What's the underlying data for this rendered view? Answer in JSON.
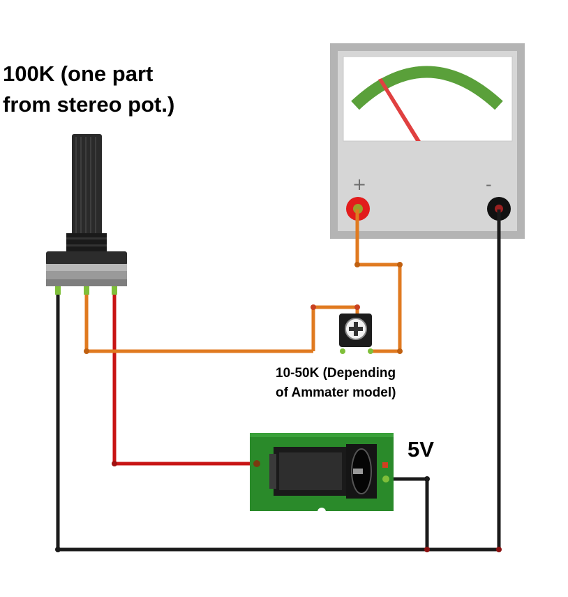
{
  "potentiometer": {
    "label_line1": "100K (one part",
    "label_line2": "from stereo pot.)"
  },
  "trimmer": {
    "label_line1": "10-50K (Depending",
    "label_line2": "of Ammater model)"
  },
  "power_jack": {
    "label": "5V"
  },
  "ammeter": {
    "plus_label": "+",
    "minus_label": "-"
  },
  "colors": {
    "wire_black": "#1a1a1a",
    "wire_red": "#c81414",
    "wire_orange": "#e07a20",
    "meter_arc": "#5aa03a",
    "meter_needle": "#e04040",
    "pcb": "#2a8a2a",
    "meter_frame": "#b4b4b4"
  }
}
